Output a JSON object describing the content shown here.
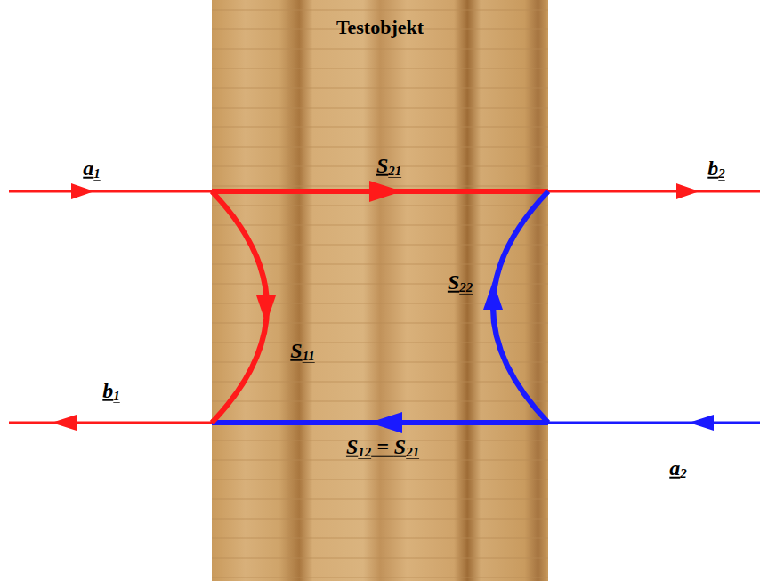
{
  "diagram": {
    "nodes": [
      {
        "text": [
          "Testobjekt"
        ]
      }
    ],
    "labels": [
      "a1",
      "S21",
      "b2",
      "S22",
      "S11",
      "b1",
      "S12 = S21",
      "a2"
    ]
  }
}
